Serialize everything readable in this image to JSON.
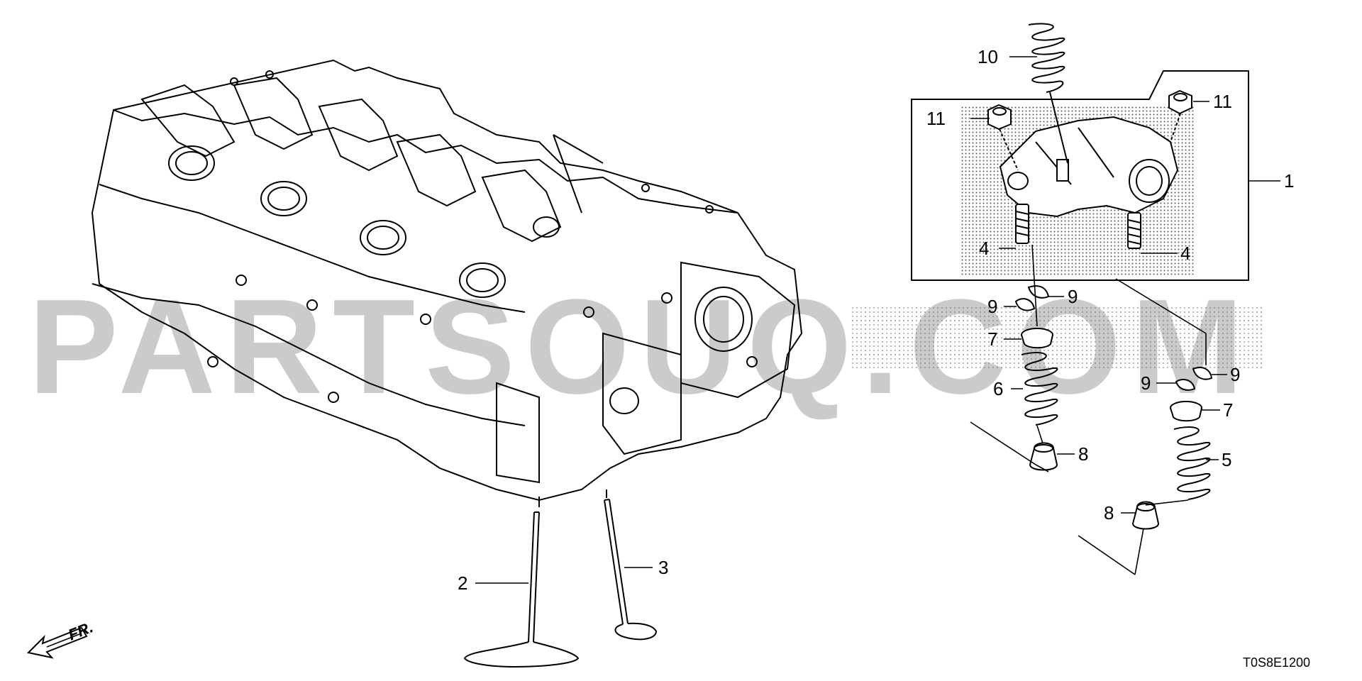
{
  "watermark": "PARTSOUQ.COM",
  "diagram_code": "T0S8E1200",
  "direction_label": "FR.",
  "callouts": {
    "c1": "1",
    "c2": "2",
    "c3": "3",
    "c4a": "4",
    "c4b": "4",
    "c5": "5",
    "c6": "6",
    "c7a": "7",
    "c7b": "7",
    "c8a": "8",
    "c8b": "8",
    "c9a": "9",
    "c9b": "9",
    "c9c": "9",
    "c9d": "9",
    "c10": "10",
    "c11a": "11",
    "c11b": "11"
  }
}
